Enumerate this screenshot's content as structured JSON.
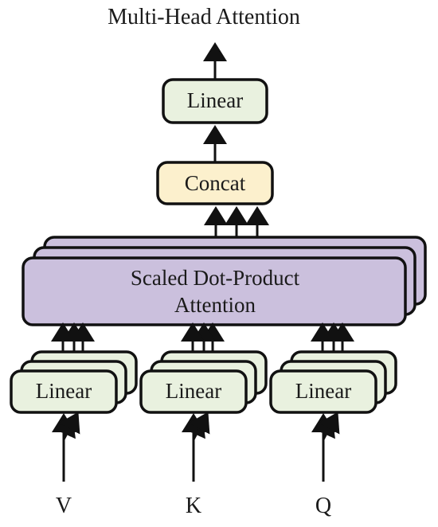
{
  "diagram": {
    "title": "Multi-Head Attention",
    "output_linear_label": "Linear",
    "concat_label": "Concat",
    "attention_label_line1": "Scaled Dot-Product",
    "attention_label_line2": "Attention",
    "input_linear_labels": [
      "Linear",
      "Linear",
      "Linear"
    ],
    "inputs": [
      "V",
      "K",
      "Q"
    ]
  },
  "colors": {
    "linear_fill": "#e9f1df",
    "concat_fill": "#fcf0cd",
    "attention_fill": "#cbc0dd",
    "stroke": "#111111",
    "background": "#ffffff"
  }
}
